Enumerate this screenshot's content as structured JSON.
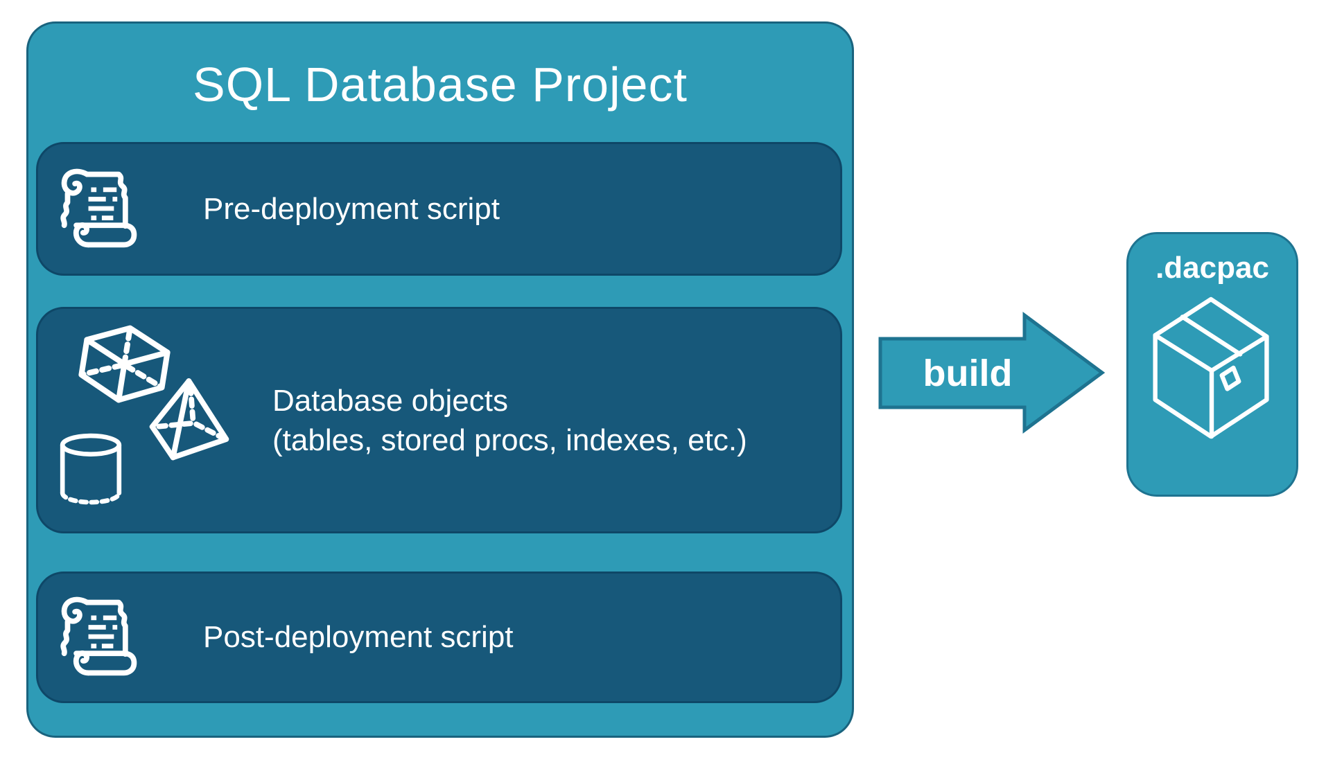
{
  "palette": {
    "background": "#FFFFFF",
    "teal": "#2E9BB6",
    "teal_stroke": "#1E7390",
    "outer_stroke": "#19637E",
    "dark_panel": "#17587A",
    "panel_stroke": "#0E4767",
    "text": "#FFFFFF"
  },
  "project_box": {
    "title": "SQL Database Project",
    "rows": [
      {
        "label": "Pre-deployment script",
        "icon": "scroll-icon"
      },
      {
        "label_line1": "Database objects",
        "label_line2": "(tables, stored procs, indexes, etc.)",
        "icons": [
          "cube-icon",
          "pyramid-icon",
          "cylinder-icon"
        ]
      },
      {
        "label": "Post-deployment script",
        "icon": "scroll-icon"
      }
    ]
  },
  "arrow": {
    "label": "build"
  },
  "artifact": {
    "label": ".dacpac",
    "icon": "package-box-icon"
  }
}
